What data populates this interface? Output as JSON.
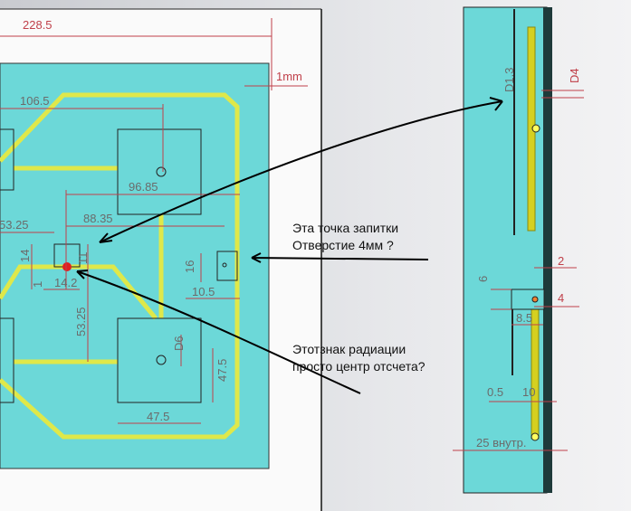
{
  "front_view": {
    "dims": {
      "width_total": "228.5",
      "gap": "1mm",
      "top_track": "106.5",
      "square_center": "96.85",
      "left_offset": "53.25",
      "feed_offset": "88.35",
      "pad_height": "14",
      "pad_gap": "11",
      "small": "1",
      "pad_width": "14.2",
      "lower_offset": "53.25",
      "hole_dia": "D6",
      "square_size_v": "47.5",
      "square_size_h": "47.5",
      "connector_h": "16",
      "connector_w": "10.5"
    },
    "notes": [
      "Эта точка запитки",
      "Отверстие  4мм ?",
      "Этотзнак радиации",
      "просто центр отсчета?"
    ]
  },
  "side_view": {
    "dims": {
      "d_rod": "D1.3",
      "d_tube": "D4",
      "gap": "2",
      "offset": "4",
      "pad": "6",
      "length": "8.5",
      "thin": "0.5",
      "spacing": "10",
      "inner": "25 внутр."
    }
  },
  "colors": {
    "board": "#6cd8d8",
    "track": "#dfe84a",
    "dimension": "#c0404a"
  }
}
